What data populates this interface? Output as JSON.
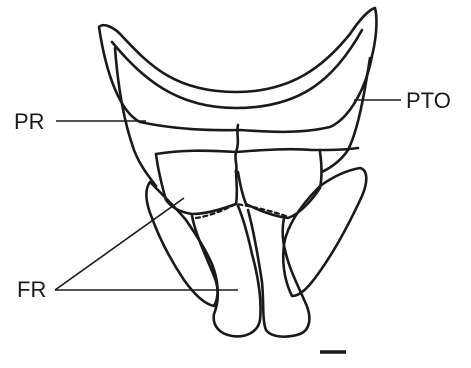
{
  "labels": {
    "pr": "PR",
    "pto": "PTO",
    "fr": "FR"
  }
}
